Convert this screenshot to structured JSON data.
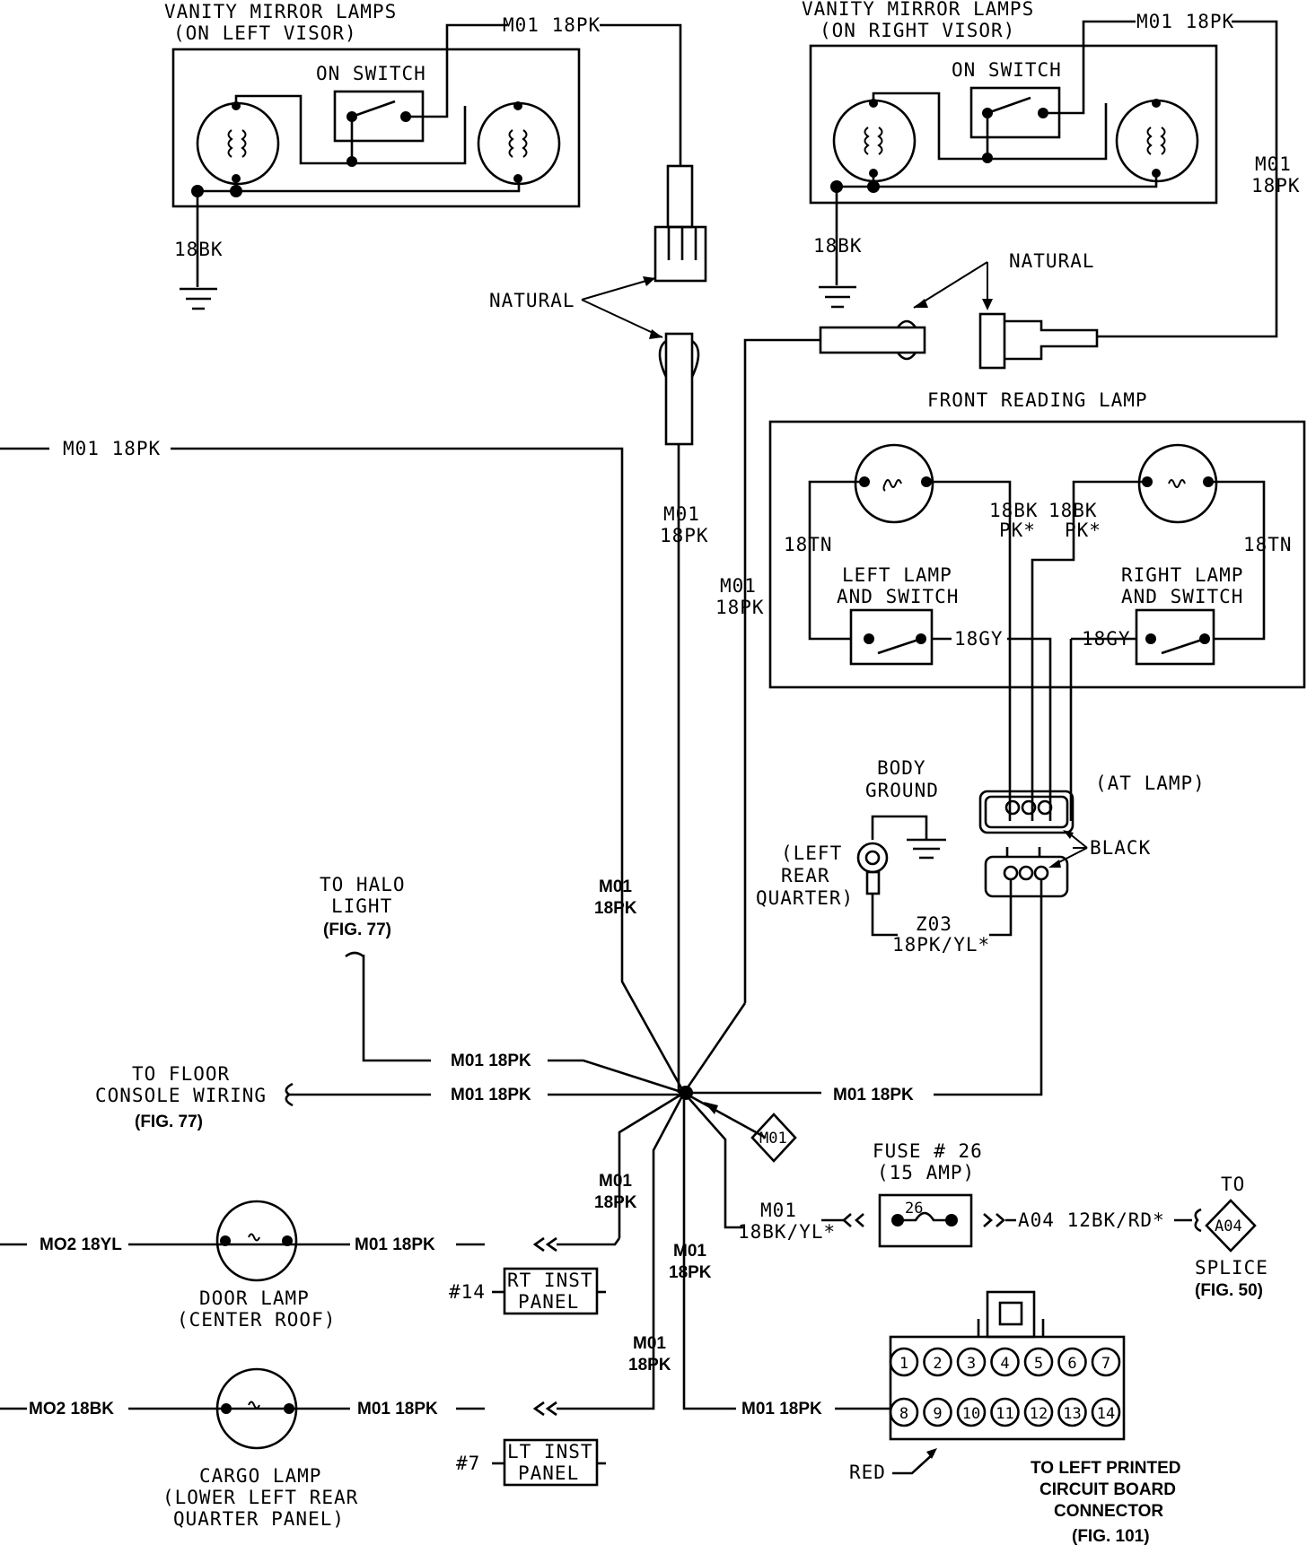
{
  "vanity_left": {
    "title": "VANITY MIRROR LAMPS",
    "subtitle": "(ON LEFT VISOR)",
    "switch_label": "ON SWITCH",
    "wire": "M01 18PK",
    "ground": "18BK"
  },
  "vanity_right": {
    "title": "VANITY MIRROR LAMPS",
    "subtitle": "(ON RIGHT VISOR)",
    "switch_label": "ON SWITCH",
    "wire": "M01 18PK",
    "wire_side_1": "M01",
    "wire_side_2": "18PK",
    "ground": "18BK"
  },
  "connectors": {
    "natural_left": "NATURAL",
    "natural_right": "NATURAL",
    "black": "BLACK",
    "at_lamp": "(AT LAMP)"
  },
  "reading_lamp": {
    "title": "FRONT READING LAMP",
    "left_switch_1": "LEFT LAMP",
    "left_switch_2": "AND SWITCH",
    "right_switch_1": "RIGHT LAMP",
    "right_switch_2": "AND SWITCH",
    "wire_tn_left": "18TN",
    "wire_tn_right": "18TN",
    "wire_gy_left": "18GY",
    "wire_gy_right": "18GY",
    "wire_bk_left_1": "18BK",
    "wire_bk_left_2": "PK*",
    "wire_bk_right_1": "18BK",
    "wire_bk_right_2": "PK*"
  },
  "body_ground": {
    "title_1": "BODY",
    "title_2": "GROUND",
    "loc_1": "(LEFT",
    "loc_2": "REAR",
    "loc_3": "QUARTER)",
    "wire_1": "Z03",
    "wire_2": "18PK/YL*"
  },
  "wires": {
    "left_top": "M01 18PK",
    "center_1a": "M01",
    "center_1b": "18PK",
    "center_2a": "M01",
    "center_2b": "18PK",
    "center_3a": "M01",
    "center_3b": "18PK",
    "halo": "M01 18PK",
    "console": "M01 18PK",
    "right_mid": "M01 18PK",
    "lower_1a": "M01",
    "lower_1b": "18PK",
    "lower_2a": "M01",
    "lower_2b": "18PK",
    "lower_3a": "M01",
    "lower_3b": "18PK",
    "door": "M01 18PK",
    "cargo": "M01 18PK",
    "board": "M01 18PK",
    "door_in": "MO2 18YL",
    "cargo_in": "MO2 18BK",
    "fuse_in_1": "M01",
    "fuse_in_2": "18BK/YL*",
    "fuse_out": "A04 12BK/RD*"
  },
  "halo_light": {
    "line1": "TO HALO",
    "line2": "LIGHT",
    "ref": "(FIG. 77)"
  },
  "floor_console": {
    "line1": "TO FLOOR",
    "line2": "CONSOLE WIRING",
    "ref": "(FIG. 77)"
  },
  "splice_tag": "M01",
  "fuse": {
    "line1": "FUSE # 26",
    "line2": "(15 AMP)",
    "number": "26"
  },
  "splice_a04": {
    "to": "TO",
    "tag": "A04",
    "name": "SPLICE",
    "ref": "(FIG. 50)"
  },
  "door_lamp": {
    "line1": "DOOR LAMP",
    "line2": "(CENTER ROOF)"
  },
  "cargo_lamp": {
    "line1": "CARGO LAMP",
    "line2": "(LOWER LEFT REAR",
    "line3": "QUARTER PANEL)"
  },
  "inst_rt": {
    "num": "#14",
    "line1": "RT INST",
    "line2": "PANEL"
  },
  "inst_lt": {
    "num": "#7",
    "line1": "LT INST",
    "line2": "PANEL"
  },
  "board_connector": {
    "pins_top": [
      "1",
      "2",
      "3",
      "4",
      "5",
      "6",
      "7"
    ],
    "pins_bottom": [
      "8",
      "9",
      "10",
      "11",
      "12",
      "13",
      "14"
    ],
    "red": "RED",
    "title_1": "TO LEFT PRINTED",
    "title_2": "CIRCUIT BOARD",
    "title_3": "CONNECTOR",
    "ref": "(FIG. 101)"
  }
}
